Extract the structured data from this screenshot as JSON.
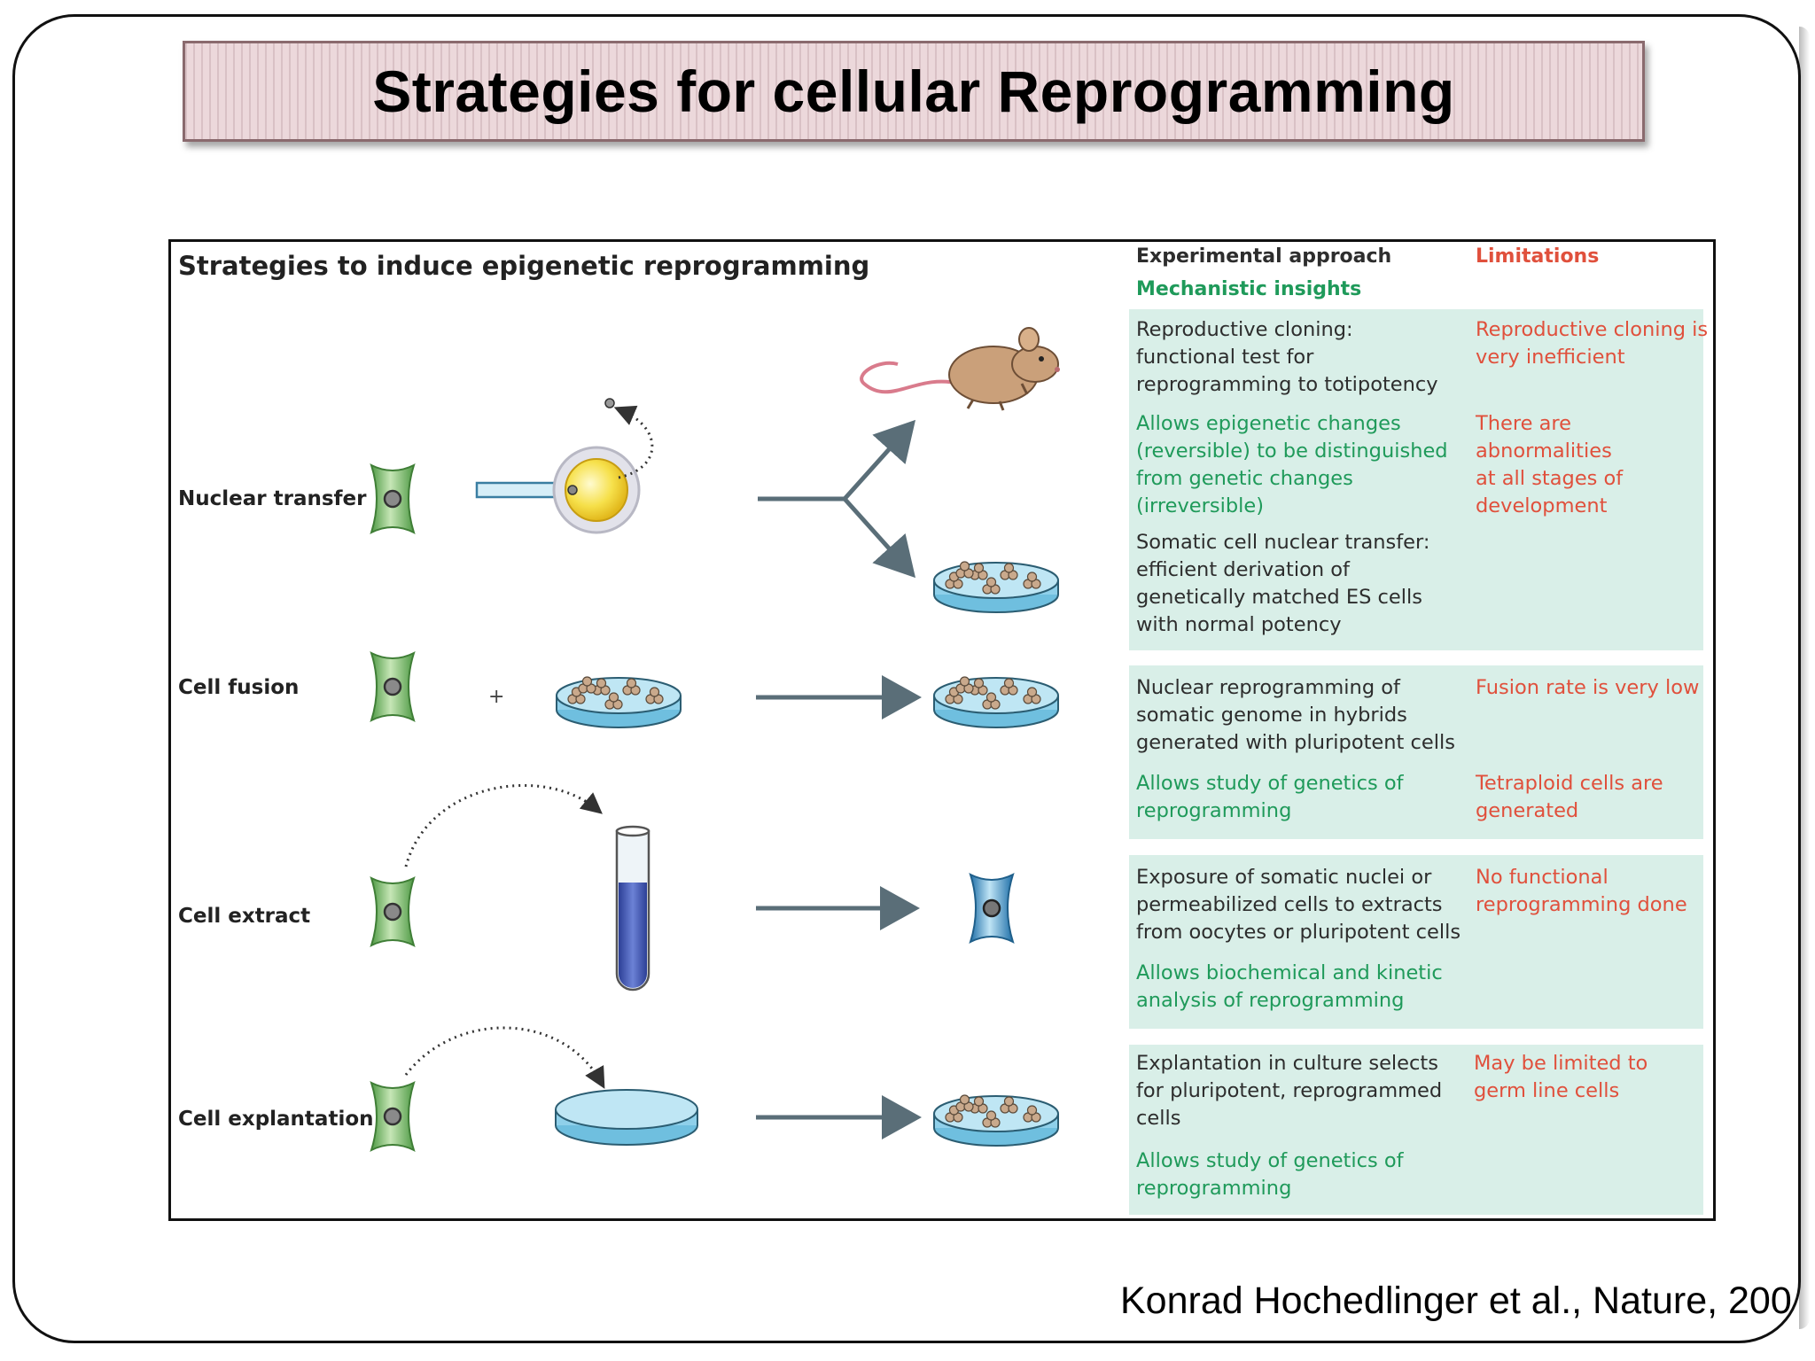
{
  "slide": {
    "title": "Strategies for cellular Reprogramming",
    "citation": "Konrad Hochedlinger et al., Nature, 200"
  },
  "figure": {
    "title": "Strategies to induce epigenetic reprogramming",
    "headers": {
      "approach": "Experimental approach",
      "mechanistic": "Mechanistic insights",
      "limitations": "Limitations"
    },
    "rows": [
      {
        "label": "Nuclear transfer",
        "approach_1": "Reproductive cloning:\nfunctional test for\nreprogramming to totipotency",
        "insight": "Allows epigenetic changes\n(reversible) to be distinguished\nfrom genetic changes\n(irreversible)",
        "approach_2": "Somatic cell nuclear transfer:\nefficient derivation of\ngenetically matched ES cells\nwith normal potency",
        "limitation_1": "Reproductive cloning is\nvery inefficient",
        "limitation_2": "There are abnormalities\nat all stages of\ndevelopment"
      },
      {
        "label": "Cell fusion",
        "plus": "+",
        "approach_1": "Nuclear reprogramming of\nsomatic genome in hybrids\ngenerated with pluripotent cells",
        "insight": "Allows study of genetics of\nreprogramming",
        "limitation_1": "Fusion rate is very low",
        "limitation_2": "Tetraploid cells are\ngenerated"
      },
      {
        "label": "Cell extract",
        "approach_1": "Exposure of somatic nuclei or\npermeabilized cells to extracts\nfrom oocytes or pluripotent cells",
        "insight": "Allows biochemical and kinetic\nanalysis of reprogramming",
        "limitation_1": "No functional\nreprogramming done"
      },
      {
        "label": "Cell explantation",
        "approach_1": "Explantation in culture selects\nfor pluripotent, reprogrammed\ncells",
        "insight": "Allows study of genetics of\nreprogramming",
        "limitation_1": "May be limited to\ngerm line cells"
      }
    ]
  },
  "colors": {
    "title_bar_bg": "#ecd8db",
    "panel_bg": "#d9efe8",
    "insight_green": "#1f9a5a",
    "limitation_red": "#e0503c",
    "cell_green": "#7fbf6a",
    "dish_blue": "#8fd0ea",
    "arrow_gray": "#5a6e78"
  },
  "icons": [
    "somatic-cell-icon",
    "mouse-icon",
    "culture-dish-icon",
    "oocyte-icon",
    "pipette-icon",
    "test-tube-icon",
    "arrow-icon"
  ]
}
